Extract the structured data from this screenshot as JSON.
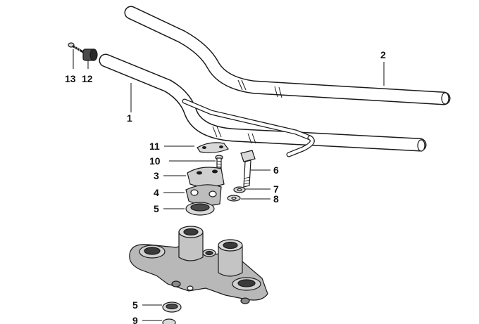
{
  "diagram": {
    "labels": {
      "p1": "1",
      "p2": "2",
      "p3": "3",
      "p4": "4",
      "p5a": "5",
      "p5b": "5",
      "p6": "6",
      "p7": "7",
      "p8": "8",
      "p9": "9",
      "p10": "10",
      "p11": "11",
      "p12": "12",
      "p13": "13"
    },
    "colors": {
      "line": "#1a1a1a",
      "fill_light": "#d9d9d9",
      "fill_dark": "#8a8a8a",
      "background": "#ffffff"
    }
  }
}
